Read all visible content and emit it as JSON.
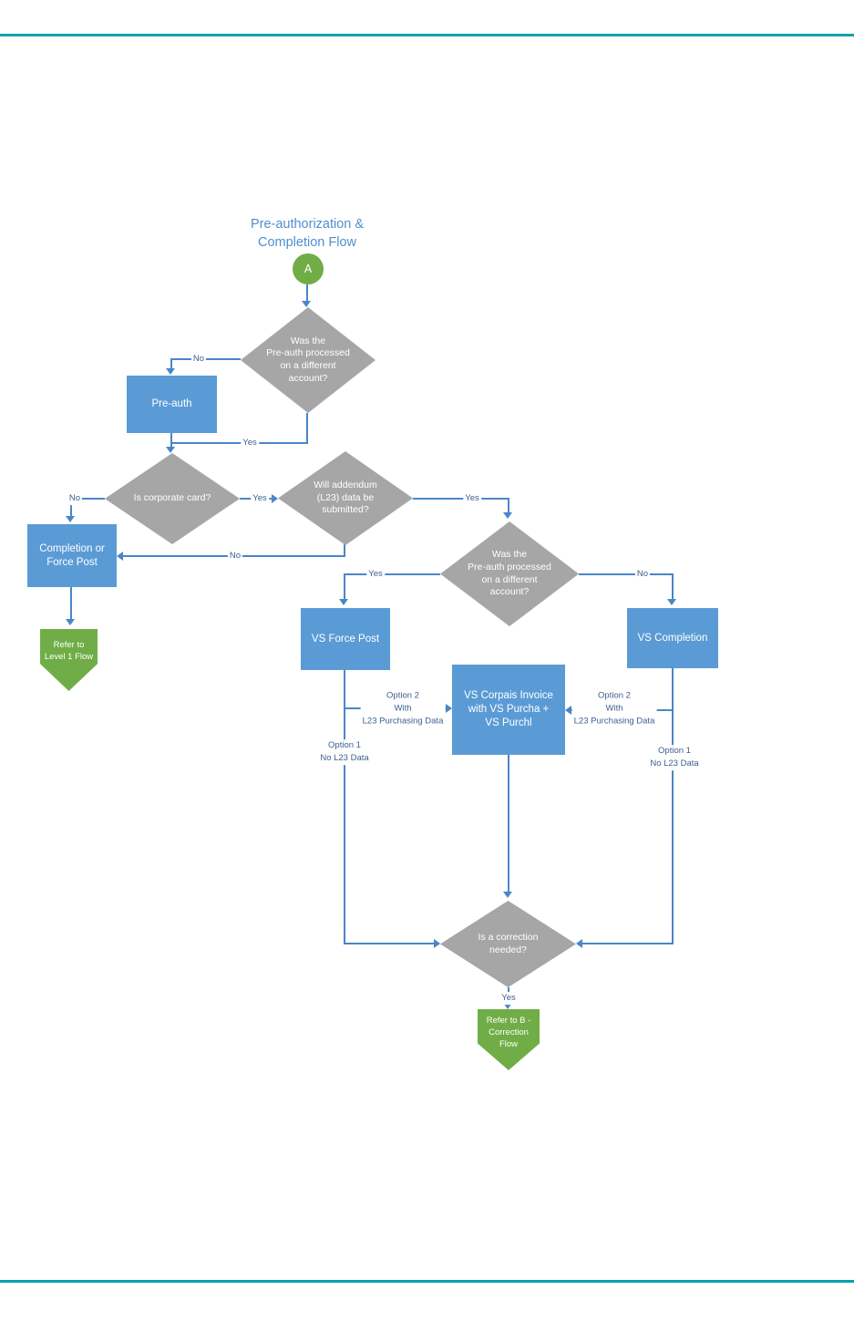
{
  "page": {
    "title": "Pre-authorization &\nCompletion Flow"
  },
  "colors": {
    "accent_teal": "#00A2AE",
    "process_blue": "#5B9BD5",
    "decision_gray": "#A6A6A6",
    "terminal_green": "#70AD47",
    "connector_blue": "#4A86C8",
    "edge_label_blue": "#3D5F8F"
  },
  "nodes": {
    "start": {
      "label": "A"
    },
    "d1": {
      "label": "Was the\nPre-auth processed\non a different\naccount?"
    },
    "preauth": {
      "label": "Pre-auth"
    },
    "d2": {
      "label": "Is corporate card?"
    },
    "d3": {
      "label": "Will addendum\n(L23) data be\nsubmitted?"
    },
    "completion_force_post": {
      "label": "Completion or\nForce Post"
    },
    "refer_level1": {
      "label": "Refer to\nLevel 1 Flow"
    },
    "d4": {
      "label": "Was the\nPre-auth processed\non a different\naccount?"
    },
    "vs_force_post": {
      "label": "VS Force Post"
    },
    "vs_completion": {
      "label": "VS Completion"
    },
    "vs_corpais": {
      "label": "VS Corpais Invoice\nwith VS Purcha +\nVS Purchl"
    },
    "d5": {
      "label": "Is a correction\nneeded?"
    },
    "refer_b": {
      "label": "Refer to B -\nCorrection\nFlow"
    }
  },
  "edge_labels": {
    "d1_no": "No",
    "d1_yes": "Yes",
    "d2_no": "No",
    "d2_yes": "Yes",
    "d3_no": "No",
    "d3_yes": "Yes",
    "d4_yes": "Yes",
    "d4_no": "No",
    "left_option2": "Option 2\nWith\nL23 Purchasing Data",
    "left_option1": "Option 1\nNo L23 Data",
    "right_option2": "Option 2\nWith\nL23 Purchasing Data",
    "right_option1": "Option 1\nNo L23 Data",
    "d5_yes": "Yes"
  }
}
